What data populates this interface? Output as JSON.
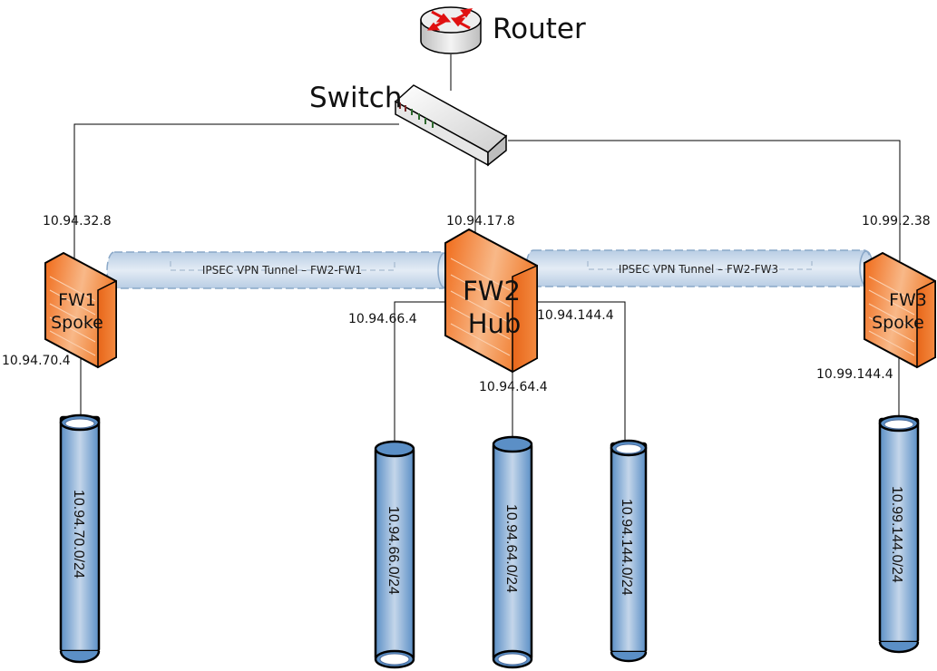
{
  "router": {
    "label": "Router"
  },
  "switch": {
    "label": "Switch"
  },
  "firewalls": {
    "fw1": {
      "line1": "FW1",
      "line2": "Spoke",
      "uplink_ip": "10.94.32.8",
      "lan_ip": "10.94.70.4"
    },
    "fw2": {
      "line1": "FW2",
      "line2": "Hub",
      "uplink_ip": "10.94.17.8",
      "lan_left_ip": "10.94.66.4",
      "lan_right_ip": "10.94.144.4",
      "lan_bottom_ip": "10.94.64.4"
    },
    "fw3": {
      "line1": "FW3",
      "line2": "Spoke",
      "uplink_ip": "10.99.2.38",
      "lan_ip": "10.99.144.4"
    }
  },
  "tunnels": [
    {
      "label": "IPSEC VPN Tunnel – FW2-FW1"
    },
    {
      "label": "IPSEC VPN Tunnel – FW2-FW3"
    }
  ],
  "subnets": [
    {
      "label": "10.94.70.0/24"
    },
    {
      "label": "10.94.66.0/24"
    },
    {
      "label": "10.94.64.0/24"
    },
    {
      "label": "10.94.144.0/24"
    },
    {
      "label": "10.99.144.0/24"
    }
  ],
  "colors": {
    "firewall": "#f07a2a",
    "firewall_dark": "#d85f10",
    "tunnel": "#c8d8ea",
    "subnet_pipe": "#6f9fd0",
    "arrow_red": "#e01010"
  }
}
